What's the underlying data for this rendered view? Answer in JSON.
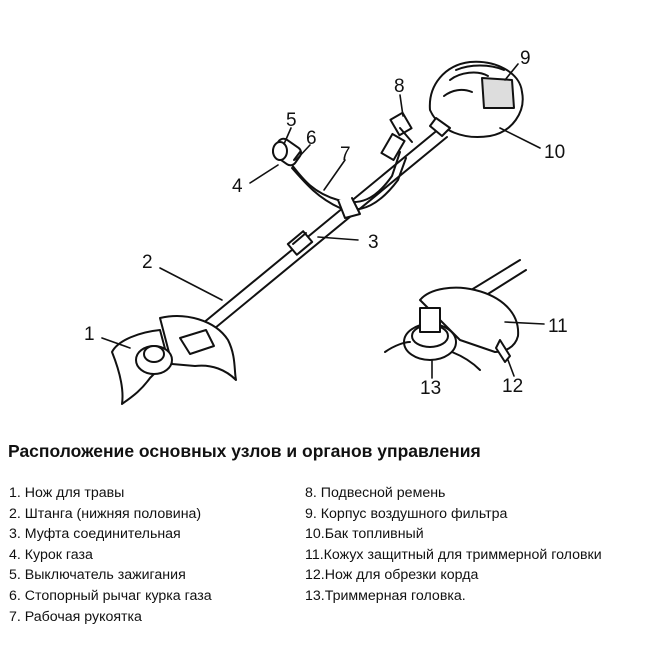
{
  "callouts": [
    "1",
    "2",
    "3",
    "4",
    "5",
    "6",
    "7",
    "8",
    "9",
    "10",
    "11",
    "12",
    "13"
  ],
  "heading": "Расположение основных узлов и органов управления",
  "legend_left": [
    "1.  Нож для травы",
    "2.  Штанга (нижняя половина)",
    "3.  Муфта соединительная",
    "4.  Курок газа",
    "5.  Выключатель зажигания",
    "6.  Стопорный рычаг курка газа",
    "7.  Рабочая рукоятка"
  ],
  "legend_right": [
    "8.  Подвесной ремень",
    "9.  Корпус воздушного фильтра",
    "10.Бак топливный",
    "11.Кожух защитный для триммерной головки",
    "12.Нож для обрезки корда",
    "13.Триммерная головка."
  ]
}
